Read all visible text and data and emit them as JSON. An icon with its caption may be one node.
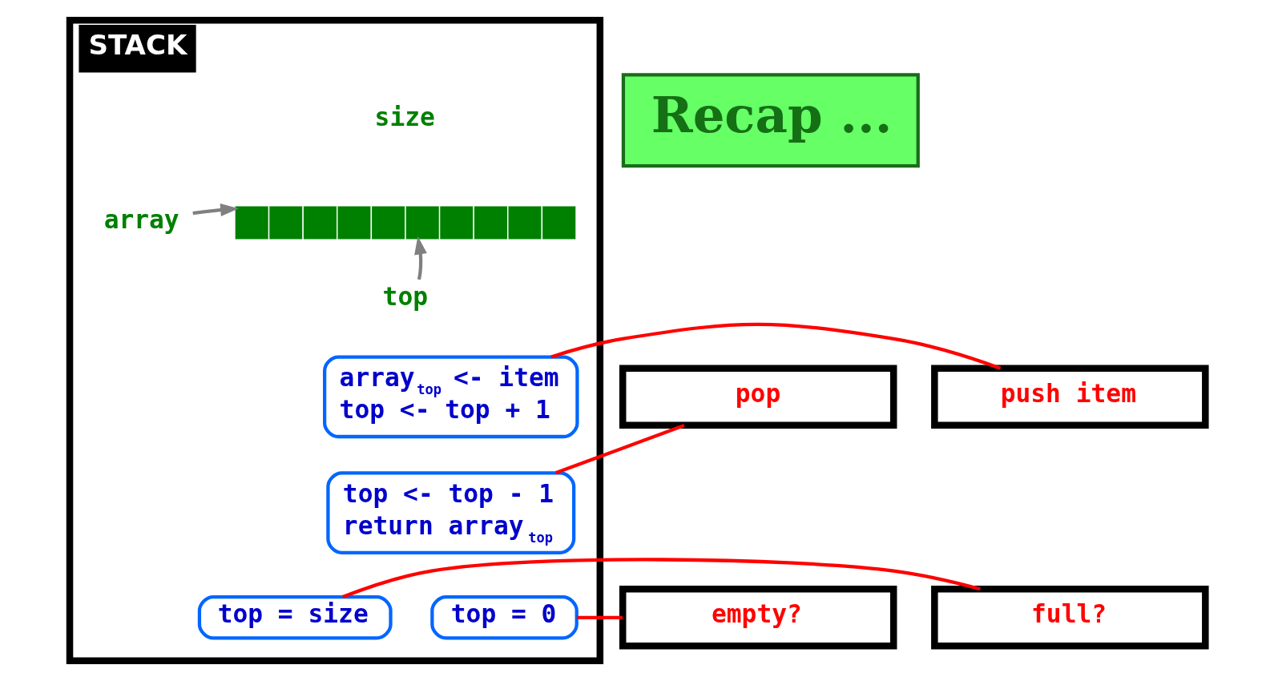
{
  "diagram": {
    "nodes": [
      {
        "text": [
          "STACK"
        ]
      },
      {
        "text": [
          "Recap ..."
        ]
      },
      {
        "text": [
          "array"
        ],
        "in": 0
      },
      {
        "text": [],
        "shape": "bar",
        "in": 0
      },
      {
        "text": [
          "top"
        ],
        "in": 0
      },
      {
        "text": [
          "push item"
        ]
      },
      {
        "text": [
          "array$_{top}$ <- item",
          "top <- top + 1"
        ],
        "in": 0
      },
      {
        "text": [
          "pop"
        ]
      },
      {
        "text": [
          "top <- top - 1",
          "return array$_{top}$"
        ],
        "in": 0
      },
      {
        "text": [
          "full?"
        ]
      },
      {
        "text": [
          "empty?"
        ]
      },
      {
        "text": [
          "top = size"
        ],
        "in": 0
      },
      {
        "text": [
          "top = 0"
        ],
        "in": 0
      }
    ],
    "edges": [
      {
        "from": 2,
        "to": 3,
        "arrow": "to",
        "color": "#808080"
      },
      {
        "from": 4,
        "to": 3,
        "arrow": "to",
        "color": "#808080"
      },
      {
        "from": 5,
        "to": 6,
        "arrow": "none"
      },
      {
        "from": 8,
        "to": 7,
        "arrow": "none"
      },
      {
        "from": 9,
        "to": 11,
        "arrow": "none"
      },
      {
        "from": 12,
        "to": 10,
        "arrow": "none"
      }
    ],
    "labels": [
      "size"
    ]
  }
}
